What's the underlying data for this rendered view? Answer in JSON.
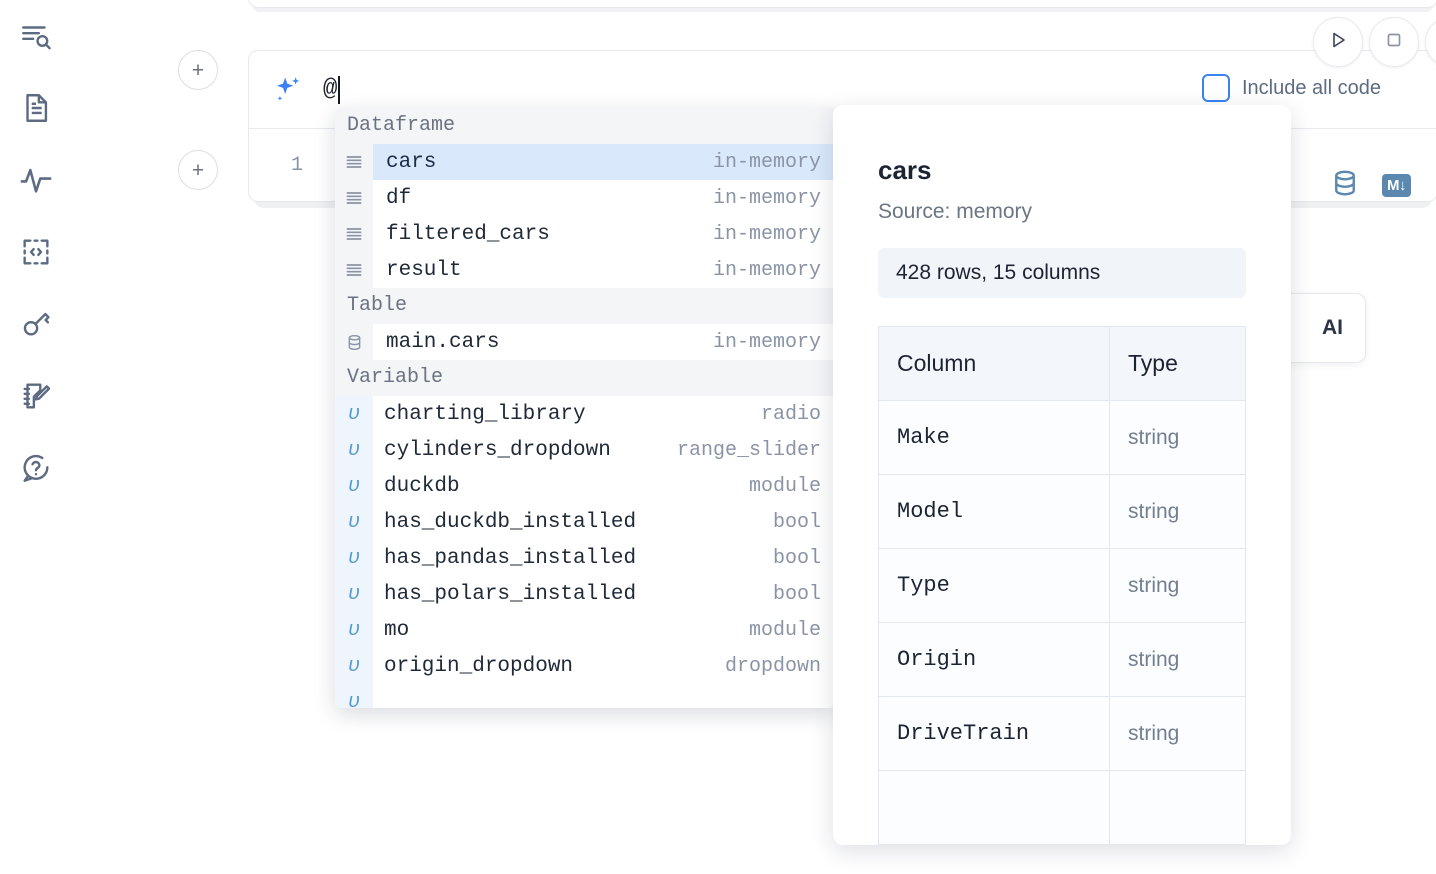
{
  "sidebar": {
    "items": [
      {
        "name": "file-search-icon",
        "label": "Explore files"
      },
      {
        "name": "document-icon",
        "label": "Notebook outline"
      },
      {
        "name": "activity-icon",
        "label": "Runtime activity"
      },
      {
        "name": "code-snippet-icon",
        "label": "Snippets"
      },
      {
        "name": "key-icon",
        "label": "Secrets"
      },
      {
        "name": "notebook-edit-icon",
        "label": "Scratchpad"
      },
      {
        "name": "help-chat-icon",
        "label": "Help"
      }
    ]
  },
  "toolbar": {
    "run_label": "Run",
    "stop_label": "Stop",
    "include_all_code_label": "Include all code",
    "include_all_code_checked": false,
    "database_icon_label": "Database",
    "markdown_badge_label": "M"
  },
  "ai_cell": {
    "sparkle_icon": "ai-sparkle-icon",
    "prompt_value": "@",
    "line_number": "1"
  },
  "ai_card": {
    "label": "AI"
  },
  "add_cell": {
    "label": "+"
  },
  "autocomplete": {
    "sections": [
      {
        "title": "Dataframe",
        "icon": "dataframe-icon",
        "kind": "dataframe",
        "items": [
          {
            "name": "cars",
            "type": "in-memory",
            "selected": true
          },
          {
            "name": "df",
            "type": "in-memory",
            "selected": false
          },
          {
            "name": "filtered_cars",
            "type": "in-memory",
            "selected": false
          },
          {
            "name": "result",
            "type": "in-memory",
            "selected": false
          }
        ]
      },
      {
        "title": "Table",
        "icon": "table-database-icon",
        "kind": "table",
        "items": [
          {
            "name": "main.cars",
            "type": "in-memory",
            "selected": false
          }
        ]
      },
      {
        "title": "Variable",
        "icon": "variable-icon",
        "kind": "variable",
        "items": [
          {
            "name": "charting_library",
            "type": "radio",
            "selected": false
          },
          {
            "name": "cylinders_dropdown",
            "type": "range_slider",
            "selected": false
          },
          {
            "name": "duckdb",
            "type": "module",
            "selected": false
          },
          {
            "name": "has_duckdb_installed",
            "type": "bool",
            "selected": false
          },
          {
            "name": "has_pandas_installed",
            "type": "bool",
            "selected": false
          },
          {
            "name": "has_polars_installed",
            "type": "bool",
            "selected": false
          },
          {
            "name": "mo",
            "type": "module",
            "selected": false
          },
          {
            "name": "origin_dropdown",
            "type": "dropdown",
            "selected": false
          }
        ]
      }
    ],
    "variable_glyph": "ʋ"
  },
  "preview": {
    "title": "cars",
    "source": "Source: memory",
    "stats": "428 rows, 15 columns",
    "columns_header": "Column",
    "type_header": "Type",
    "rows": [
      {
        "column": "Make",
        "type": "string"
      },
      {
        "column": "Model",
        "type": "string"
      },
      {
        "column": "Type",
        "type": "string"
      },
      {
        "column": "Origin",
        "type": "string"
      },
      {
        "column": "DriveTrain",
        "type": "string"
      }
    ]
  },
  "colors": {
    "accent": "#3b82f6",
    "selection": "#d9e9fb",
    "section_bg": "#f4f5f7",
    "steel": "#5b88ae",
    "muted_text": "#8a94a6"
  }
}
